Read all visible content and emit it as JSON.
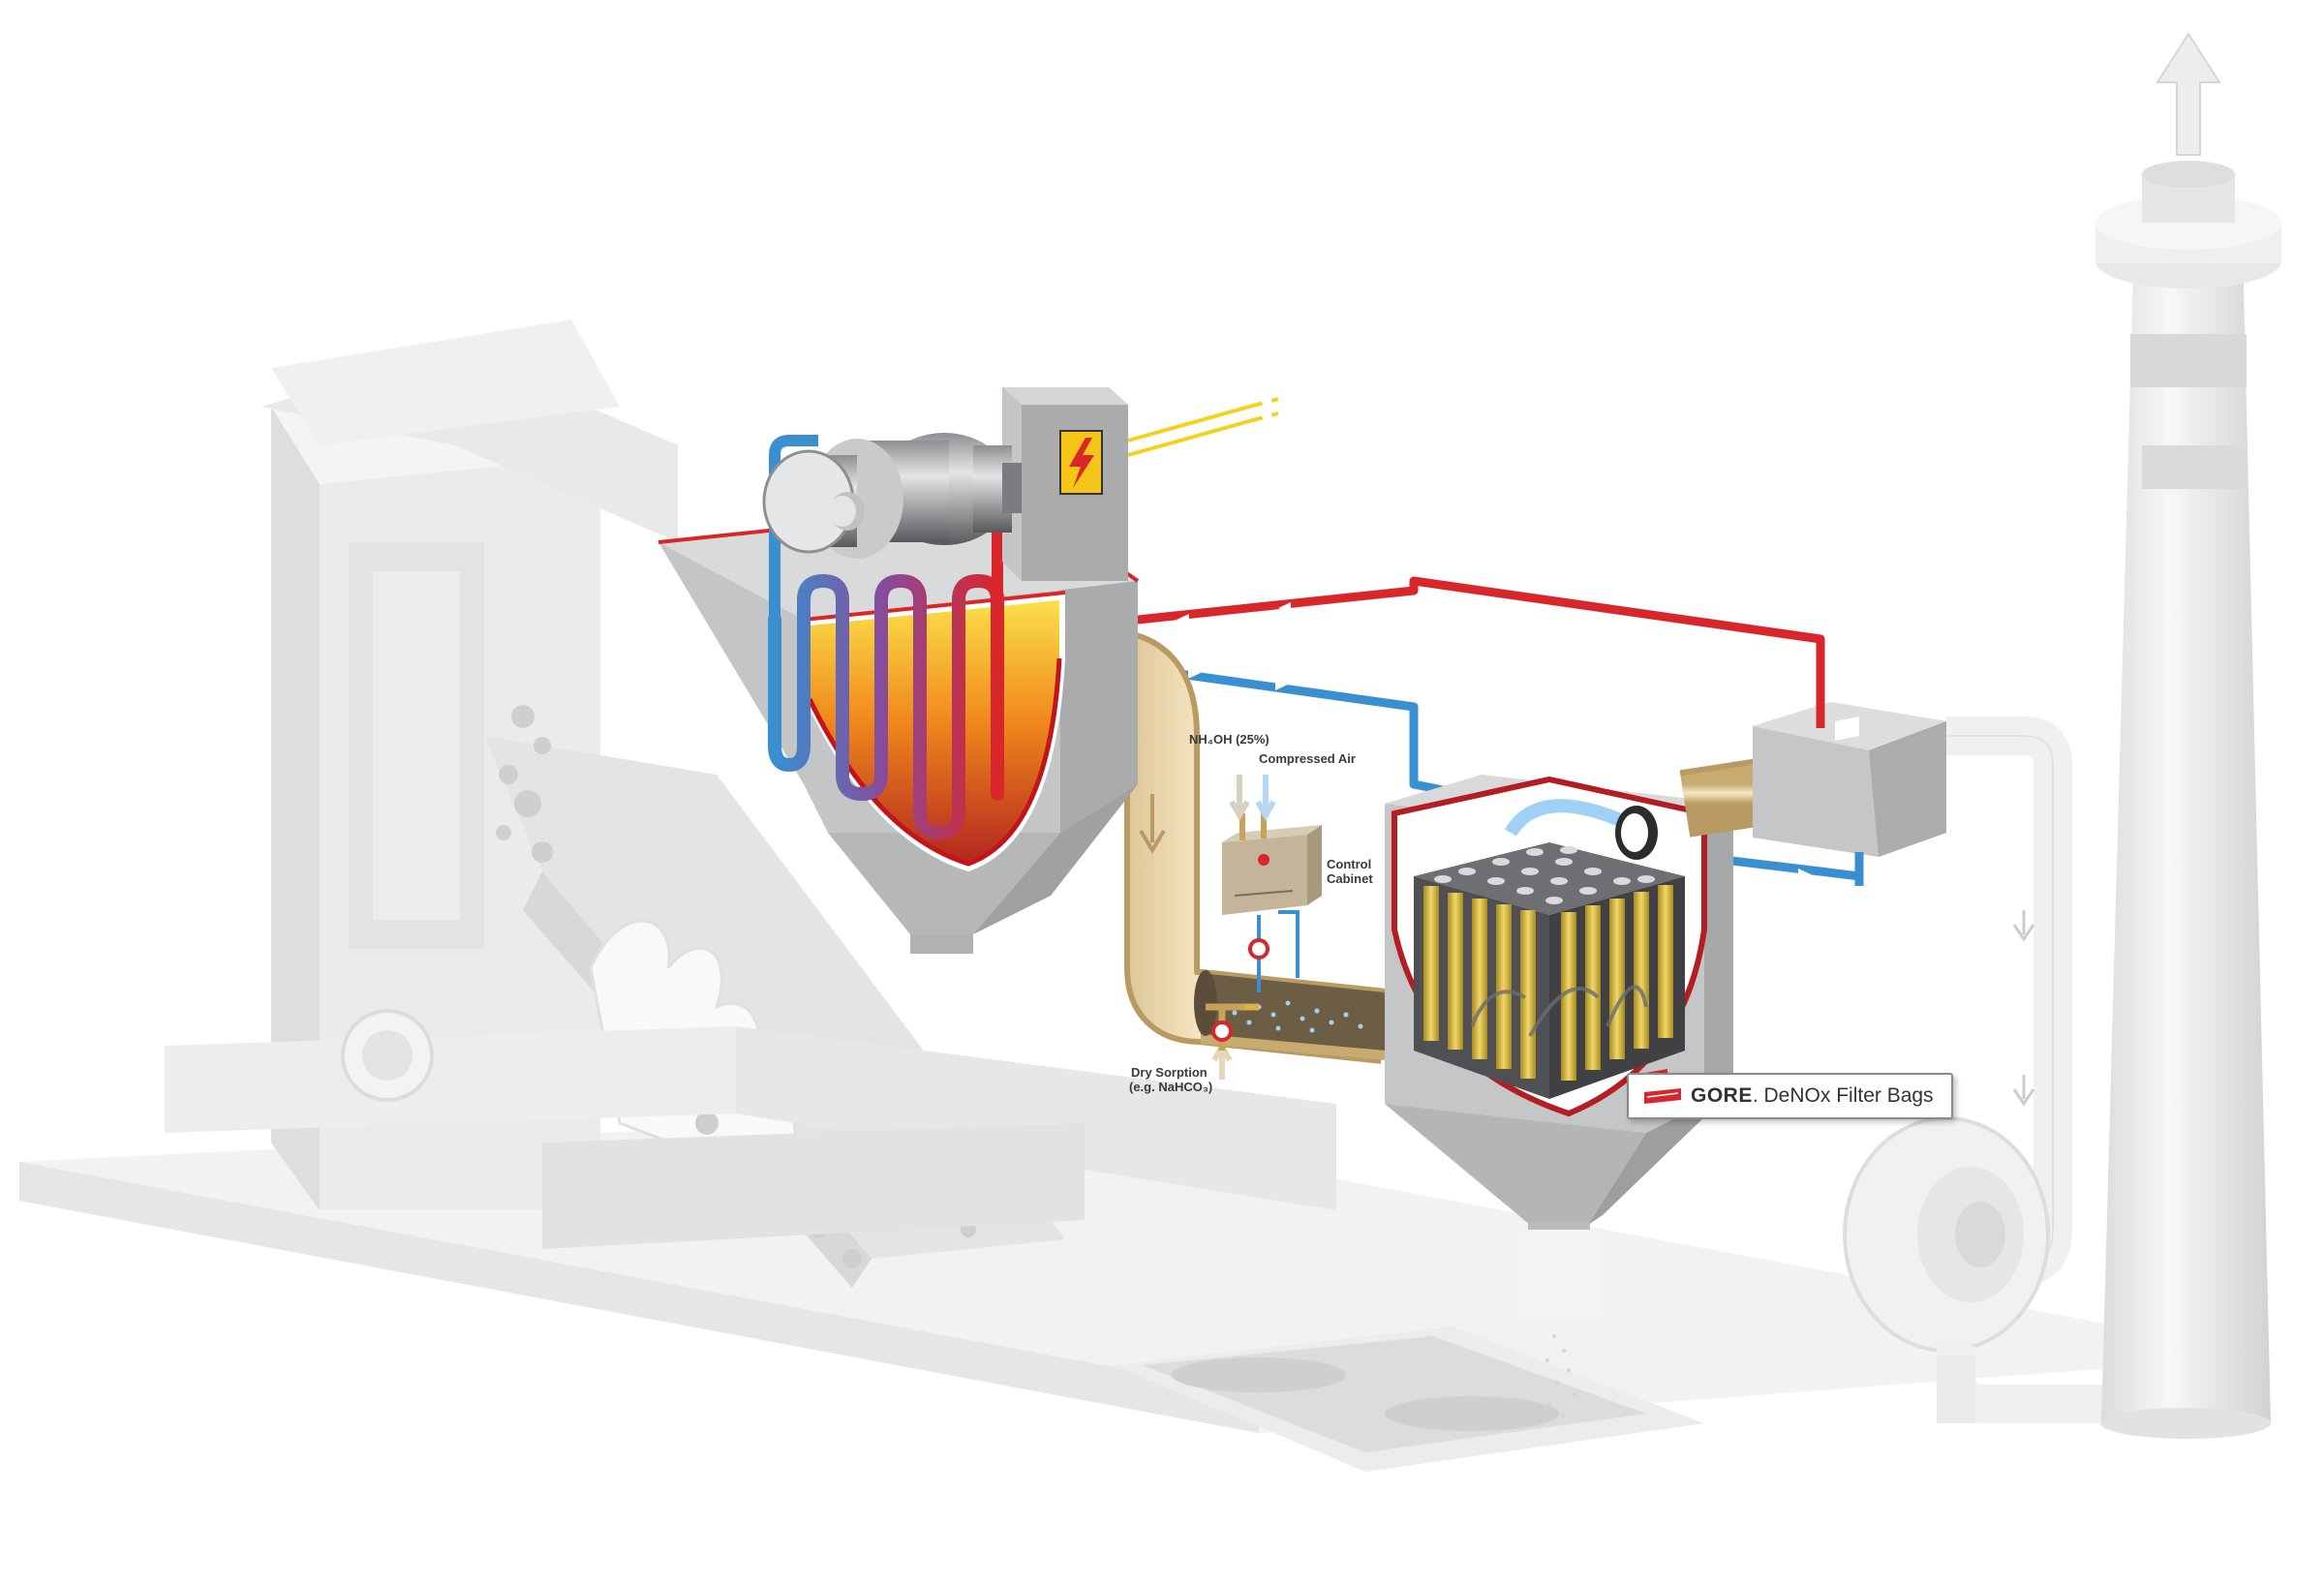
{
  "labels": {
    "ammonia": "NH₄OH (25%)",
    "compressed_air": "Compressed Air",
    "control_cabinet_line1": "Control",
    "control_cabinet_line2": "Cabinet",
    "dry_sorption_line1": "Dry Sorption",
    "dry_sorption_line2": "(e.g. NaHCO₃)",
    "filter_bags_brand": "GORE",
    "filter_bags_rest": "DeNOx Filter Bags"
  },
  "colors": {
    "hot_line": "#d9262a",
    "cold_line": "#3a8fd0",
    "signal_line": "#f2d21b",
    "duct": "#e8d3a6",
    "steel": "#bfc1c3",
    "ghost": "#efefef",
    "filter_bag": "#d8b93b"
  }
}
